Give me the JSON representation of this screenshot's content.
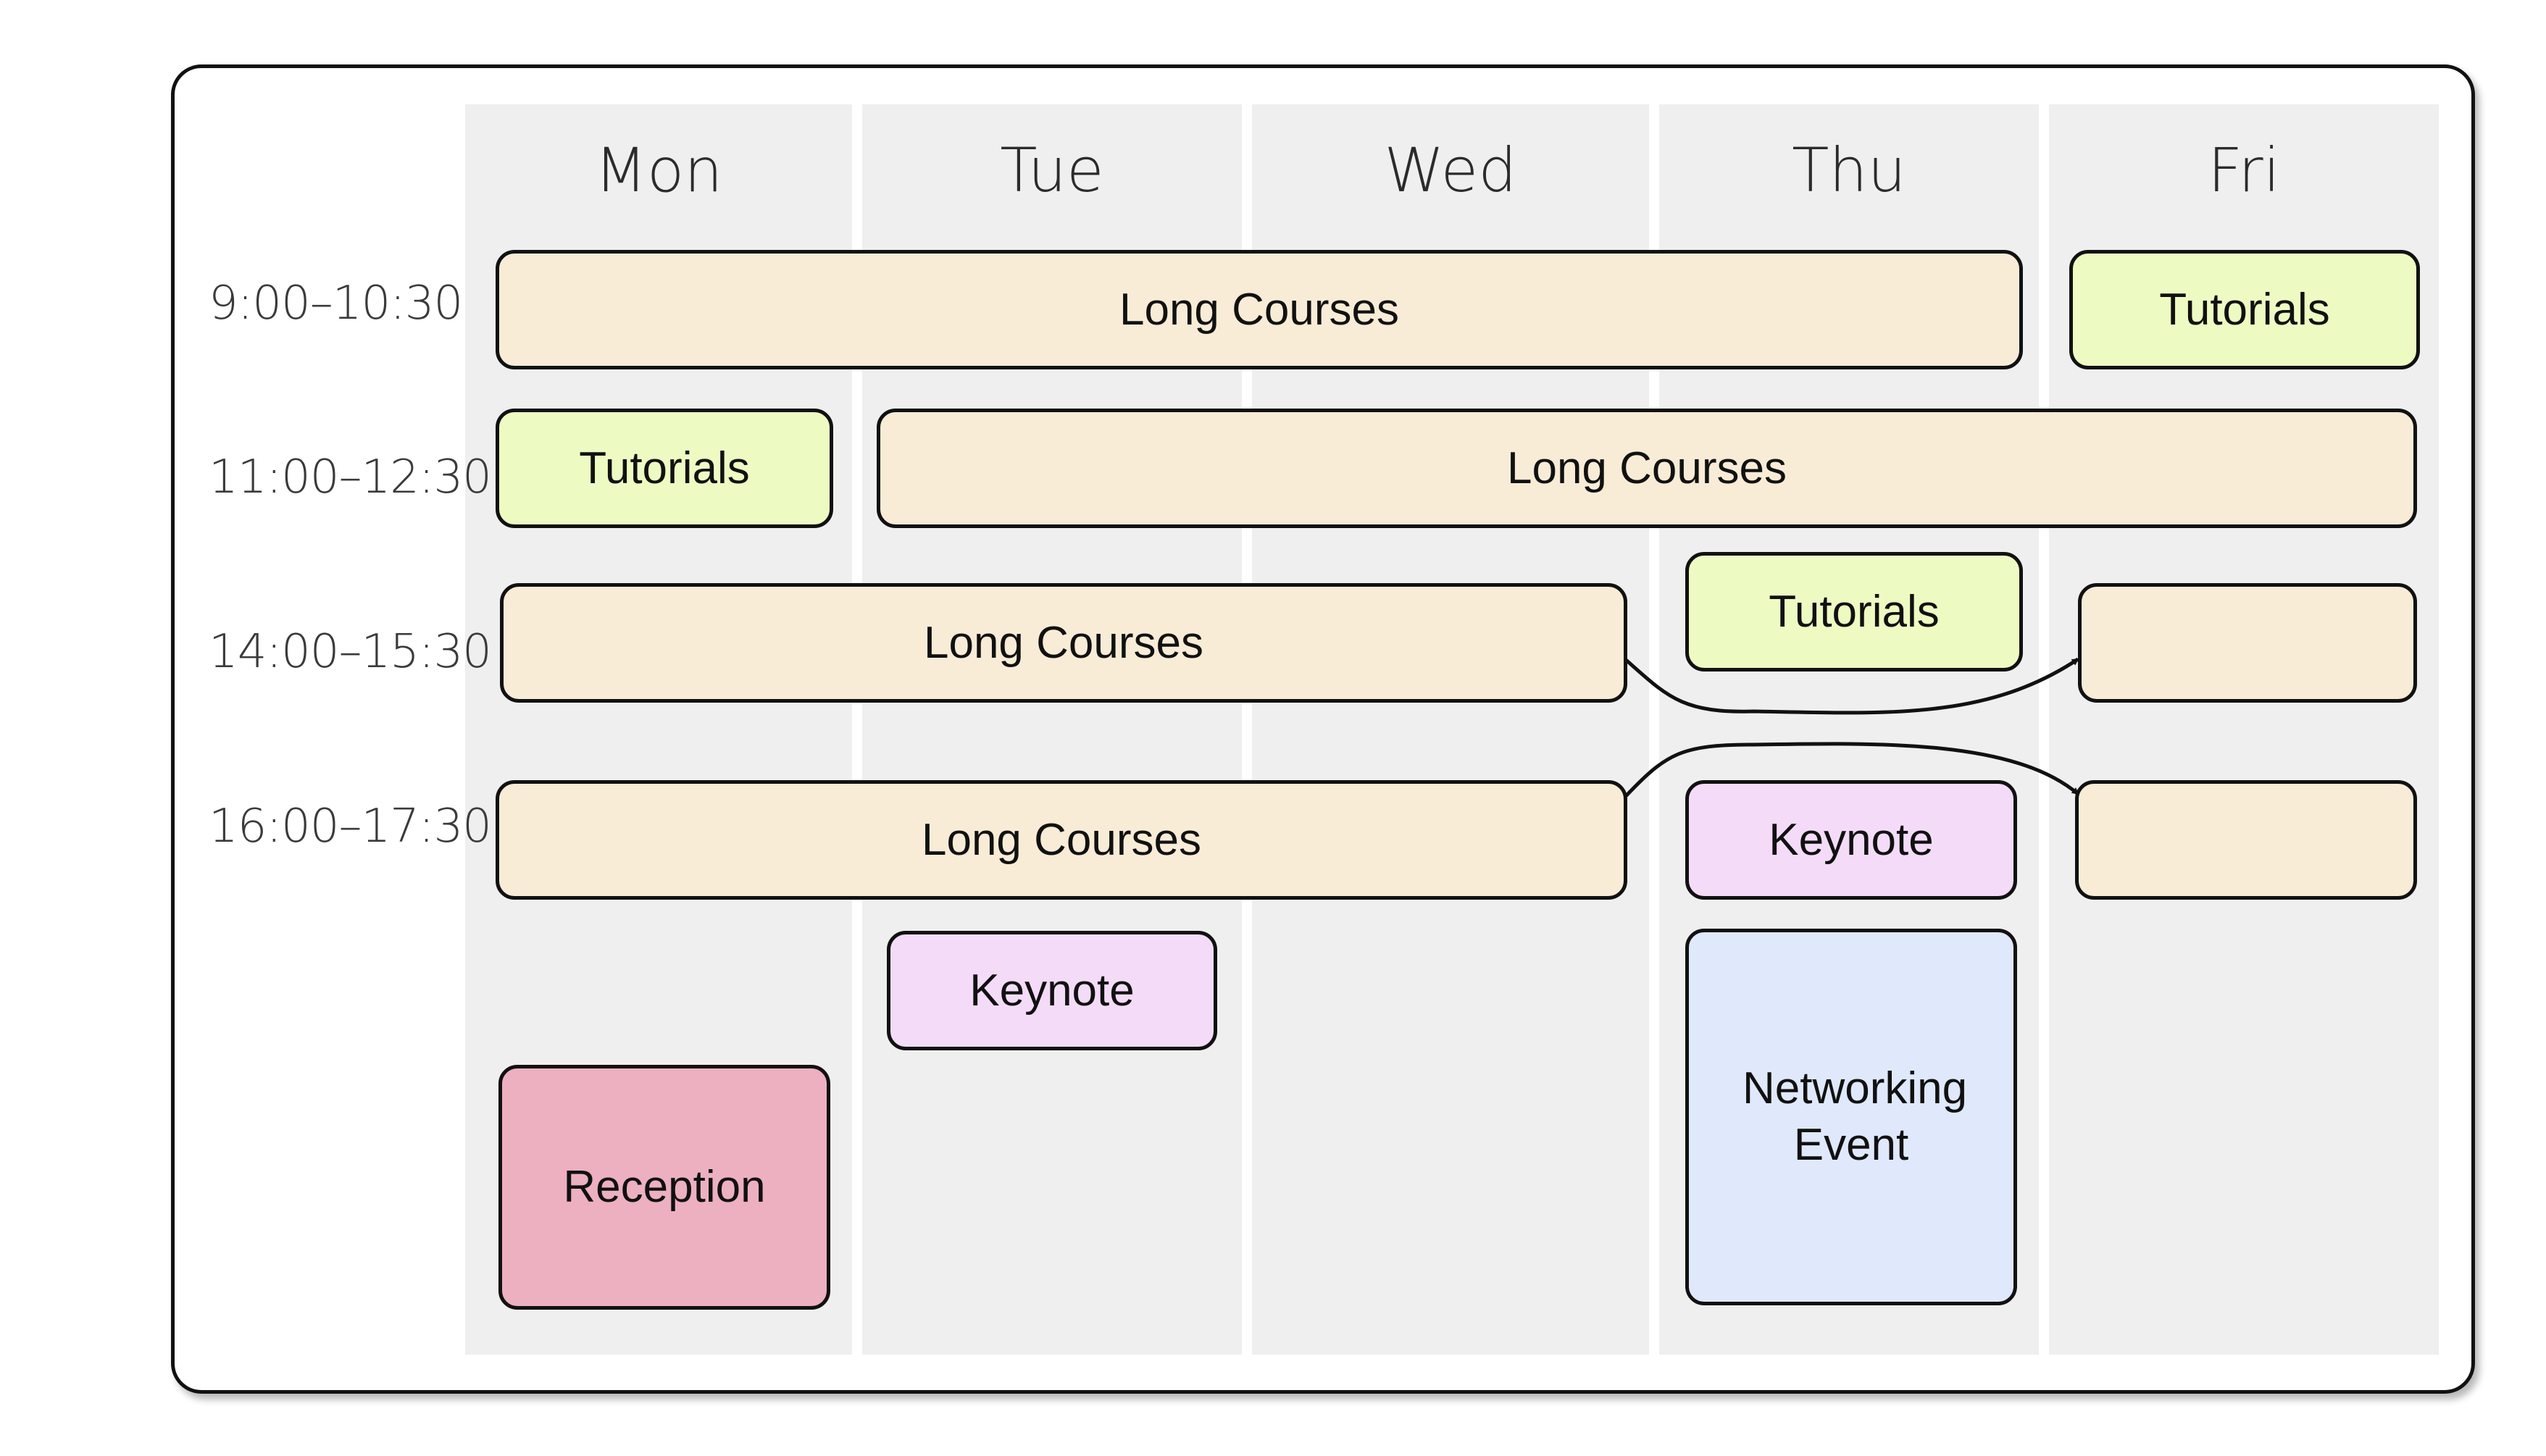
{
  "days": [
    "Mon",
    "Tue",
    "Wed",
    "Thu",
    "Fri"
  ],
  "time_slots": [
    "9:00–10:30",
    "11:00–12:30",
    "14:00–15:30",
    "16:00–17:30"
  ],
  "colors": {
    "long_courses": "#f8ecd7",
    "tutorials": "#edfbc3",
    "keynote": "#f4dcf8",
    "networking": "#dfe9fb",
    "reception": "#ecb0c1",
    "day_column": "#efefef"
  },
  "events": {
    "long_courses_1": "Long Courses",
    "tutorials_fri": "Tutorials",
    "tutorials_mon": "Tutorials",
    "long_courses_2": "Long Courses",
    "long_courses_3": "Long Courses",
    "tutorials_thu": "Tutorials",
    "long_courses_4": "Long Courses",
    "keynote_thu": "Keynote",
    "keynote_tue": "Keynote",
    "reception": "Reception",
    "networking": "Networking Event"
  }
}
